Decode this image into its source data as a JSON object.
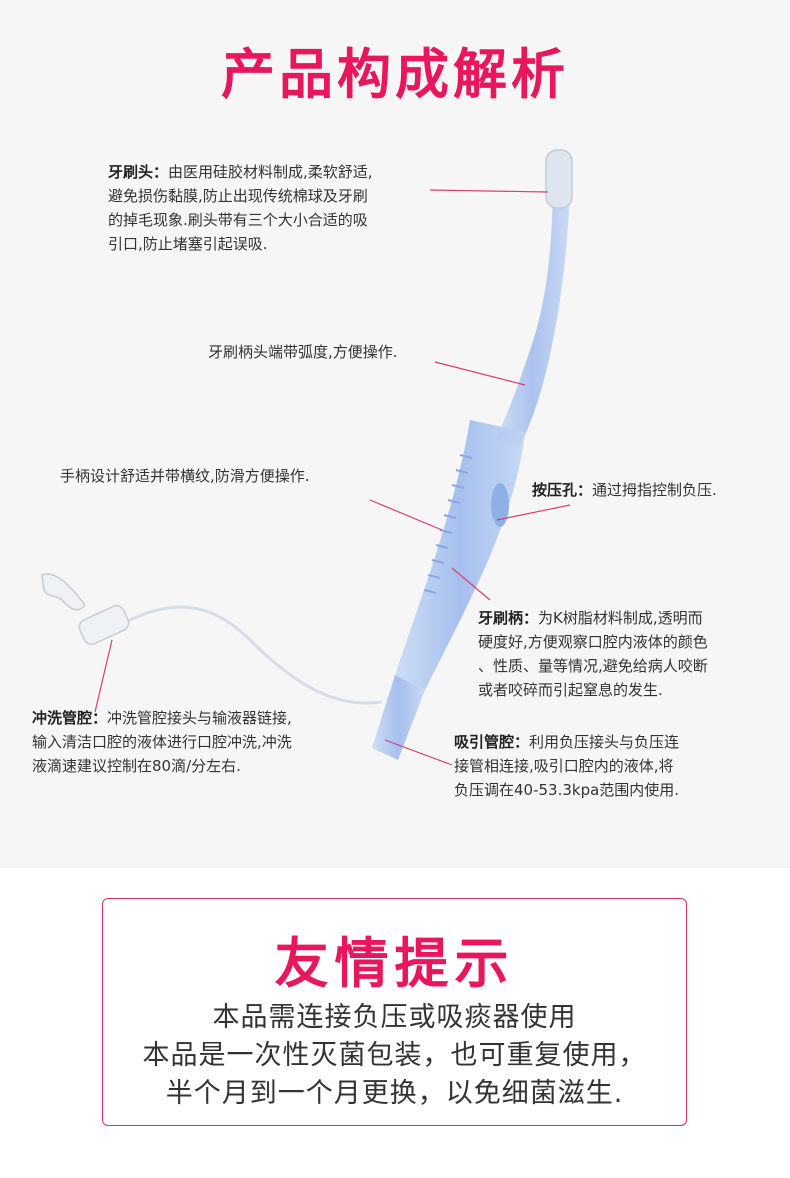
{
  "title": "产品构成解析",
  "annotations": {
    "brush_head": {
      "label": "牙刷头：",
      "lines": [
        "由医用硅胶材料制成,柔软舒适,",
        "避免损伤黏膜,防止出现传统棉球及牙刷",
        "的掉毛现象.刷头带有三个大小合适的吸",
        "引口,防止堵塞引起误吸."
      ]
    },
    "brush_neck": {
      "text": "牙刷柄头端带弧度,方便操作."
    },
    "grip": {
      "text": "手柄设计舒适并带横纹,防滑方便操作."
    },
    "press_hole": {
      "label": "按压孔：",
      "text": "通过拇指控制负压."
    },
    "handle": {
      "label": "牙刷柄：",
      "lines": [
        "为K树脂材料制成,透明而",
        "硬度好,方便观察口腔内液体的颜色",
        "、性质、量等情况,避免给病人咬断",
        "或者咬碎而引起窒息的发生."
      ]
    },
    "flush_tube": {
      "label": "冲洗管腔：",
      "lines": [
        "冲洗管腔接头与输液器链接,",
        "输入清洁口腔的液体进行口腔冲洗,冲洗",
        "液滴速建议控制在80滴/分左右."
      ]
    },
    "suction_tube": {
      "label": "吸引管腔：",
      "lines": [
        "利用负压接头与负压连",
        "接管相连接,吸引口腔内的液体,将",
        "负压调在40-53.3kpa范围内使用."
      ]
    }
  },
  "tips": {
    "title": "友情提示",
    "lines": [
      "本品需连接负压或吸痰器使用",
      "本品是一次性灭菌包装，也可重复使用，",
      "半个月到一个月更换，以免细菌滋生."
    ]
  },
  "colors": {
    "accent": "#e8175d",
    "leader_line": "#d8406e",
    "product_blue": "#a9c4ef"
  }
}
